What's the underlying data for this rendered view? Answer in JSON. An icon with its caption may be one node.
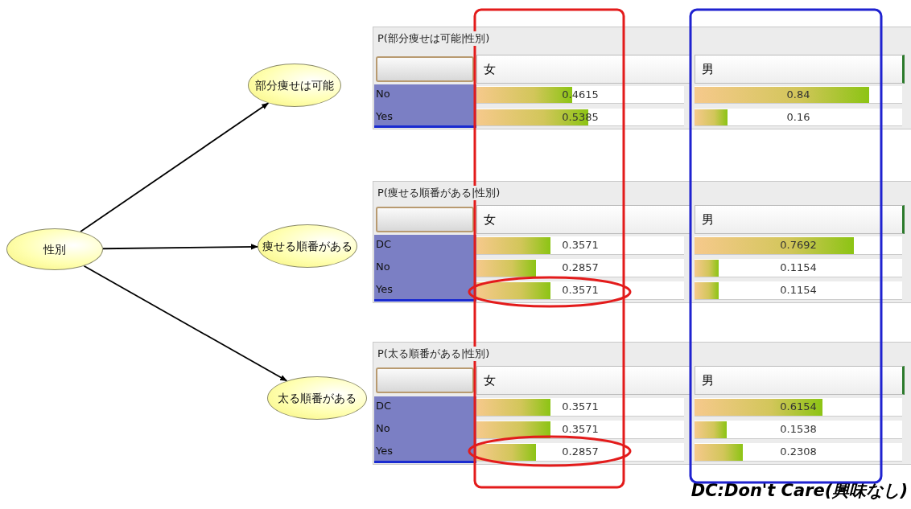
{
  "diagram": {
    "nodes": [
      {
        "text": [
          "性別"
        ]
      },
      {
        "text": [
          "部分痩せは可能"
        ]
      },
      {
        "text": [
          "痩せる順番がある"
        ]
      },
      {
        "text": [
          "太る順番がある"
        ]
      }
    ],
    "edges": [
      {
        "from": 0,
        "to": 1,
        "arrow": "to"
      },
      {
        "from": 0,
        "to": 2,
        "arrow": "to"
      },
      {
        "from": 0,
        "to": 3,
        "arrow": "to"
      }
    ],
    "labels": [
      "P(部分痩せは可能|性別)",
      "女",
      "男",
      "No",
      "0.4615",
      "0.84",
      "Yes",
      "0.5385",
      "0.16",
      "P(痩せる順番がある|性別)",
      "女",
      "男",
      "DC",
      "0.3571",
      "0.7692",
      "No",
      "0.2857",
      "0.1154",
      "Yes",
      "0.3571",
      "0.1154",
      "P(太る順番がある|性別)",
      "女",
      "男",
      "DC",
      "0.3571",
      "0.6154",
      "No",
      "0.3571",
      "0.1538",
      "Yes",
      "0.2857",
      "0.2308",
      "DC:Don't Care(興味なし)"
    ]
  }
}
